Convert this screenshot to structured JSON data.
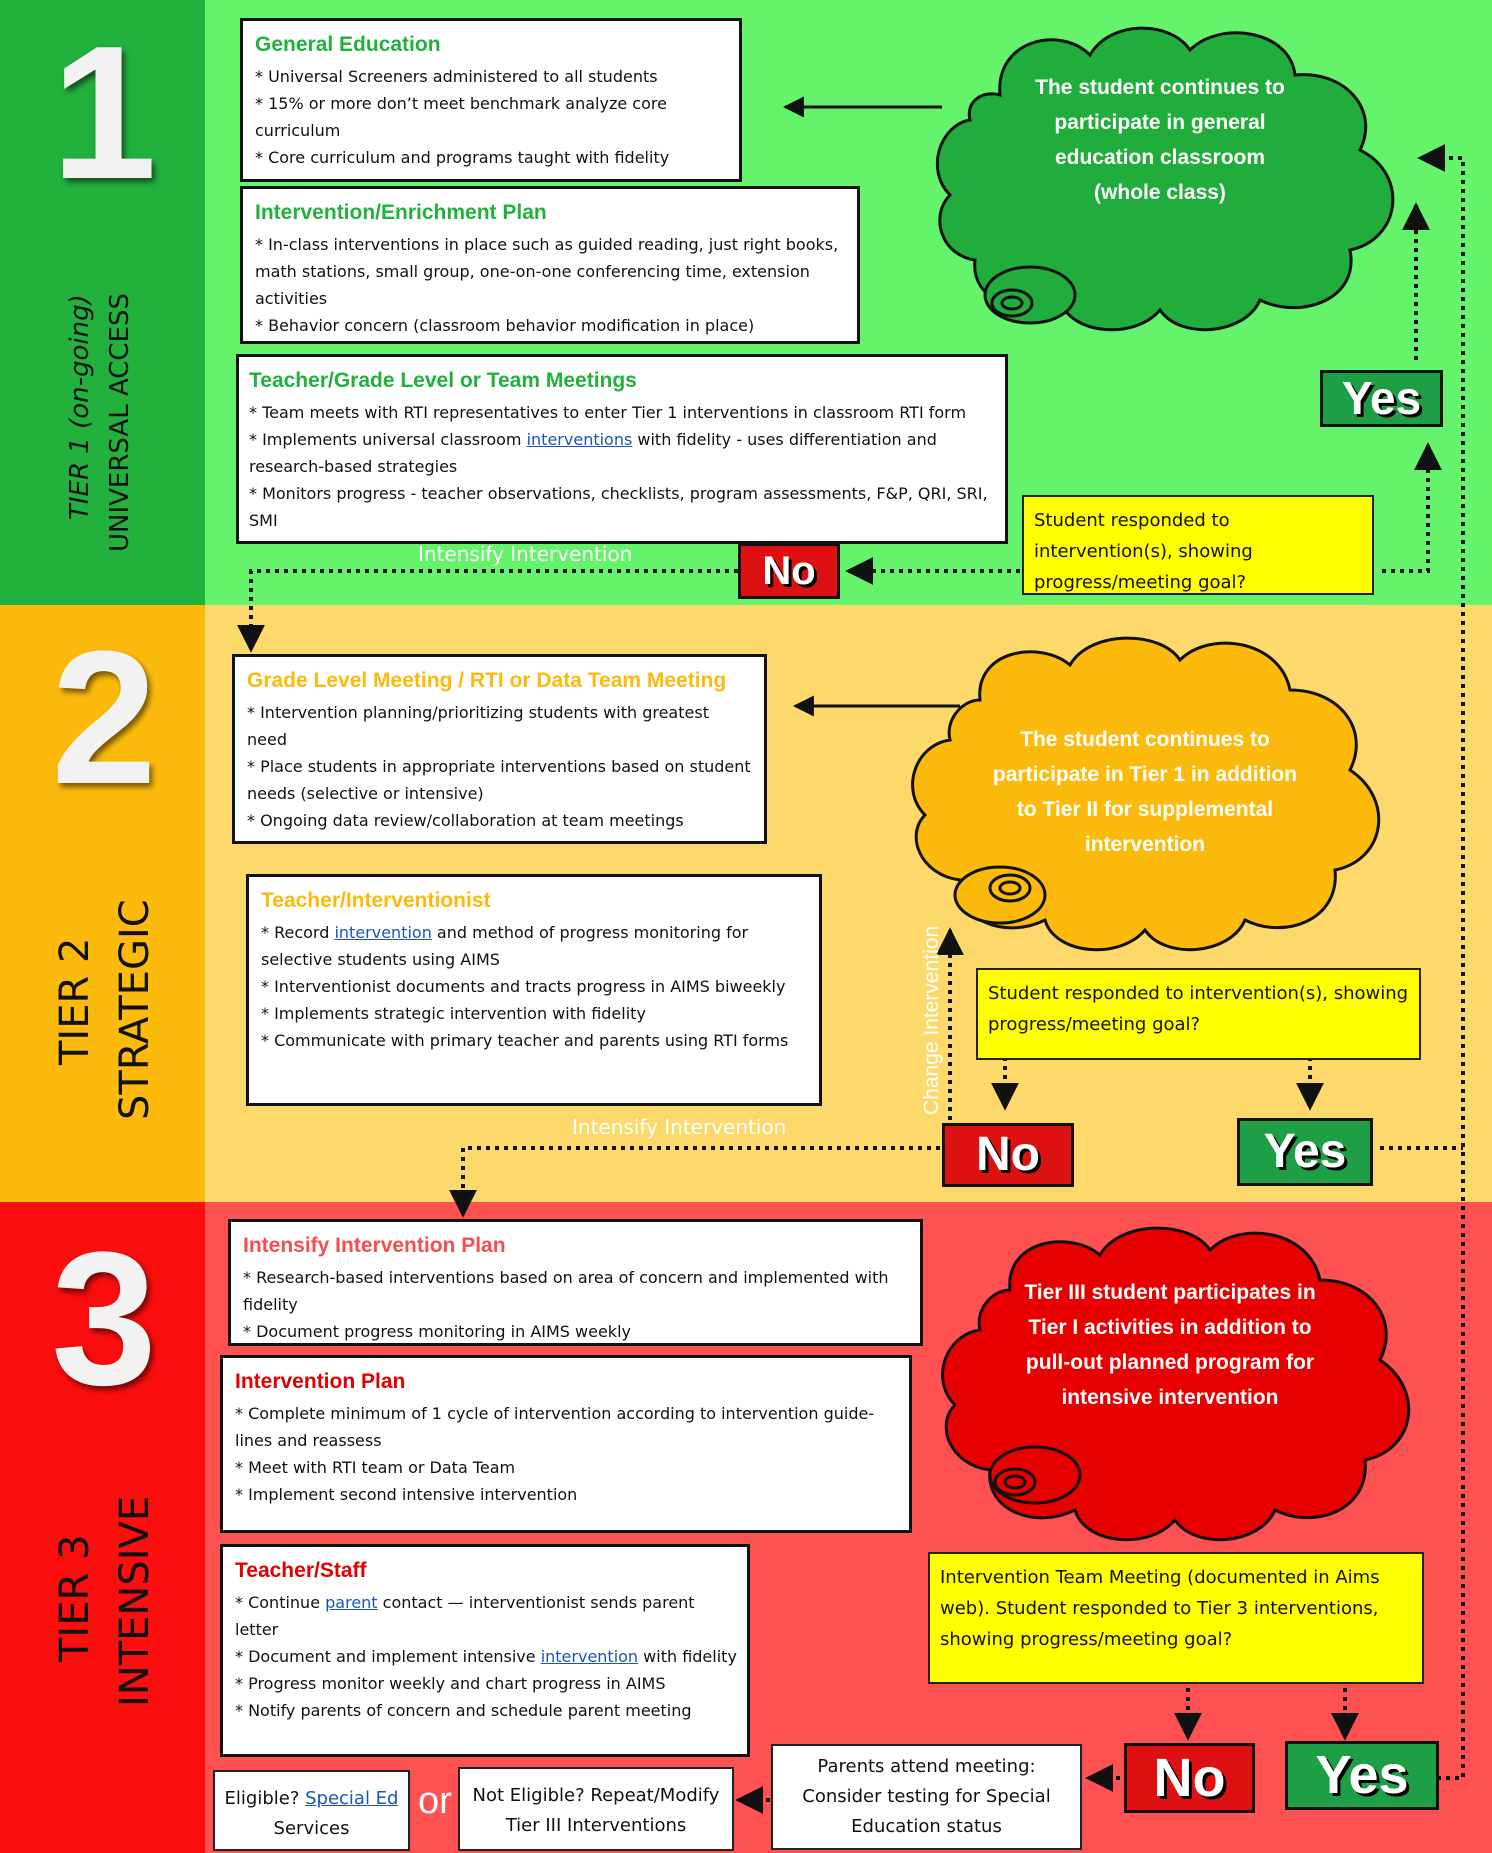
{
  "tier1": {
    "number": "1",
    "label_line1": "TIER 1 (on-going)",
    "label_line2": "UNIVERSAL ACCESS",
    "bg": "#66f36c",
    "side": "#22b13c",
    "title_color": "#22b13c",
    "box1": {
      "title": "General Education",
      "lines": [
        "* Universal Screeners administered to all students",
        "* 15% or more don’t meet benchmark analyze core curriculum",
        "* Core curriculum and programs taught with fidelity"
      ]
    },
    "box2": {
      "title": "Intervention/Enrichment Plan",
      "lines": [
        "* In-class interventions in place such as guided reading, just right books, math stations, small group, one-on-one conferencing time, extension activities",
        "* Behavior concern (classroom behavior modification in place)"
      ]
    },
    "box3": {
      "title": "Teacher/Grade Level or Team Meetings",
      "line1": " * Team meets with RTI representatives to enter Tier 1 interventions in classroom RTI form",
      "line2_pre": "* Implements universal classroom ",
      "line2_link": "interventions",
      "line2_post": " with fidelity - uses differentiation and research-based strategies",
      "line3": "* Monitors progress - teacher observations, checklists, program assessments, F&P, QRI, SRI, SMI"
    },
    "cloud": "The student continues to participate in general education classroom (whole class)",
    "question": "Student responded to intervention(s), showing progress/meeting goal?",
    "yes": "Yes",
    "no": "No",
    "intensify": "Intensify Intervention"
  },
  "tier2": {
    "number": "2",
    "label_line1": "TIER 2",
    "label_line2": "STRATEGIC",
    "bg": "#fdd96c",
    "side": "#fcbb0c",
    "title_color": "#fcbb0c",
    "box1": {
      "title": "Grade Level Meeting / RTI or Data Team Meeting",
      "lines": [
        "* Intervention planning/prioritizing students with greatest need",
        "* Place students in appropriate interventions based on student needs (selective or intensive)",
        "* Ongoing data review/collaboration at team meetings"
      ]
    },
    "box2": {
      "title": "Teacher/Interventionist",
      "line1_pre": "* Record ",
      "line1_link": "intervention",
      "line1_post": " and method of progress monitoring for selective students using AIMS",
      "lines": [
        "* Interventionist documents and tracts progress in AIMS biweekly",
        "* Implements strategic intervention with fidelity",
        "* Communicate with primary teacher and parents using RTI forms"
      ]
    },
    "cloud": "The student continues to participate in Tier 1 in addition to Tier II for supplemental intervention",
    "question": "Student responded to intervention(s), showing progress/meeting goal?",
    "change": "Change Intervention",
    "yes": "Yes",
    "no": "No",
    "intensify": "Intensify Intervention"
  },
  "tier3": {
    "number": "3",
    "label_line1": "TIER 3",
    "label_line2": "INTENSIVE",
    "bg": "#fe5252",
    "side": "#fb0e0e",
    "box1": {
      "title": "Intensify Intervention Plan",
      "title_color": "#f44f4f",
      "lines": [
        "* Research-based interventions based on area of concern and implemented with fidelity",
        "* Document progress monitoring in AIMS weekly"
      ]
    },
    "box2": {
      "title": "Intervention Plan",
      "title_color": "#e00000",
      "lines": [
        "* Complete minimum of 1 cycle of intervention according to intervention guide-lines and reassess",
        "* Meet with RTI team or Data Team",
        "* Implement second intensive intervention"
      ]
    },
    "box3": {
      "title": "Teacher/Staff",
      "title_color": "#e00000",
      "line1_pre": "* Continue ",
      "line1_link": "parent",
      "line1_post": " contact — interventionist sends parent letter",
      "line2_pre": "* Document and implement intensive ",
      "line2_link": "intervention",
      "line2_post": " with fidelity",
      "lines": [
        "* Progress monitor weekly and chart progress in AIMS",
        "* Notify parents of concern and schedule parent meeting"
      ]
    },
    "cloud": "Tier III student participates in Tier I activities in addition to pull-out planned program for intensive intervention",
    "question": "Intervention Team Meeting (documented in Aims web). Student responded to Tier 3 interventions, showing progress/meeting goal?",
    "yes": "Yes",
    "no": "No",
    "parents_box": "Parents attend meeting: Consider testing for Special Education status",
    "not_eligible": "Not Eligible? Repeat/Modify Tier III Interventions",
    "eligible_pre": "Eligible? ",
    "eligible_link": "Special Ed",
    "eligible_post": "Services",
    "or": "or"
  }
}
